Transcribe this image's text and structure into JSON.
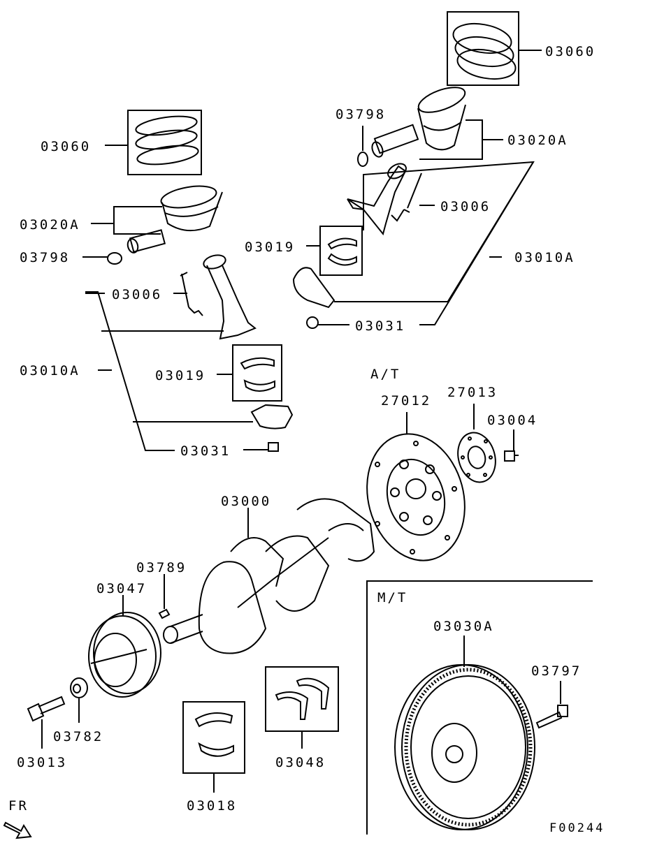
{
  "diagram": {
    "callouts": {
      "rings_top_right": "03060",
      "rings_left": "03060",
      "clip_right": "03798",
      "clip_left": "03798",
      "piston_right": "03020A",
      "piston_left": "03020A",
      "bolt_right": "03006",
      "bolt_left": "03006",
      "rod_assy_right": "03010A",
      "rod_assy_left": "03010A",
      "bearing_right": "03019",
      "bearing_left": "03019",
      "nut_right": "03031",
      "nut_left": "03031",
      "crankshaft": "03000",
      "key": "03789",
      "pulley": "03047",
      "washer": "03782",
      "pulley_bolt": "03013",
      "main_bearing": "03018",
      "thrust_bearing": "03048",
      "drive_plate": "27012",
      "adapter_plate": "27013",
      "plate_bolt": "03004",
      "flywheel": "03030A",
      "flywheel_bolt": "03797"
    },
    "section_at": "A/T",
    "section_mt": "M/T",
    "front_label": "FR",
    "figure_id": "F00244"
  }
}
